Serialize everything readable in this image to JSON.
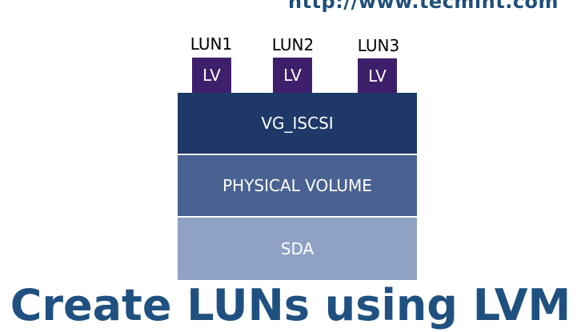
{
  "watermark_url": "http://www.tecmint.com",
  "luns": [
    {
      "label": "LUN1",
      "lv": "LV"
    },
    {
      "label": "LUN2",
      "lv": "LV"
    },
    {
      "label": "LUN3",
      "lv": "LV"
    }
  ],
  "layers": {
    "vg": "VG_ISCSI",
    "pv": "PHYSICAL VOLUME",
    "sda": "SDA"
  },
  "headline": "Create LUNs using LVM",
  "colors": {
    "lv": "#3e1f6b",
    "vg": "#1e3868",
    "pv": "#4a6291",
    "sda": "#8fa2c4",
    "headline": "#1f5080"
  }
}
